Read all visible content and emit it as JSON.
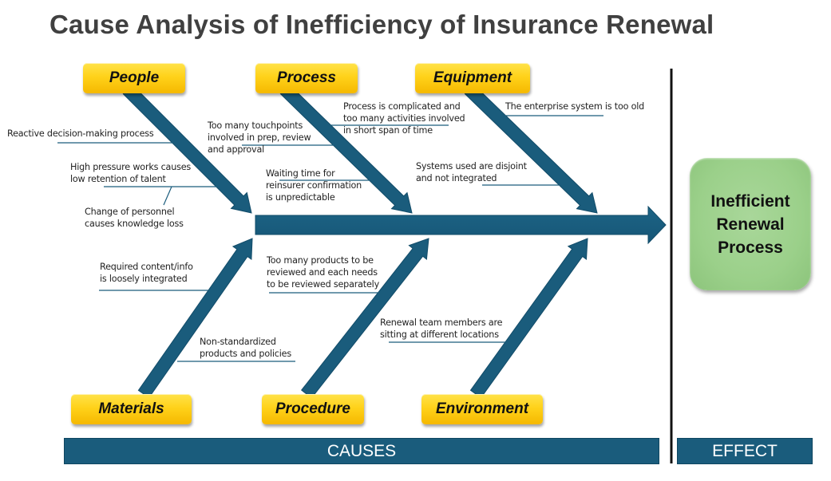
{
  "title": "Cause Analysis of Inefficiency of Insurance Renewal",
  "categories": {
    "people": "People",
    "process": "Process",
    "equipment": "Equipment",
    "materials": "Materials",
    "procedure": "Procedure",
    "environment": "Environment"
  },
  "causes": {
    "people": [
      "Reactive decision-making process",
      "High pressure works causes\nlow retention of talent",
      "Change of personnel\ncauses knowledge loss"
    ],
    "process": [
      "Too many touchpoints\ninvolved in prep, review\nand approval",
      "Waiting time for\nreinsurer confirmation\nis unpredictable",
      "Process is complicated and\ntoo many activities involved\nin short span of time"
    ],
    "equipment": [
      "The enterprise system is too old",
      "Systems used are disjoint\nand not integrated"
    ],
    "materials": [
      "Required content/info\nis loosely integrated",
      "Non-standardized\nproducts and policies"
    ],
    "procedure": [
      "Too many products to be\nreviewed and each needs\nto be reviewed separately"
    ],
    "environment": [
      "Renewal team members are\nsitting at different locations"
    ]
  },
  "effect": "Inefficient\nRenewal\nProcess",
  "bands": {
    "causes": "CAUSES",
    "effect": "EFFECT"
  },
  "colors": {
    "arrow": "#1a5c7c",
    "category_fill": "#ffd21a",
    "effect_fill": "#9bd08a",
    "title": "#404040"
  }
}
